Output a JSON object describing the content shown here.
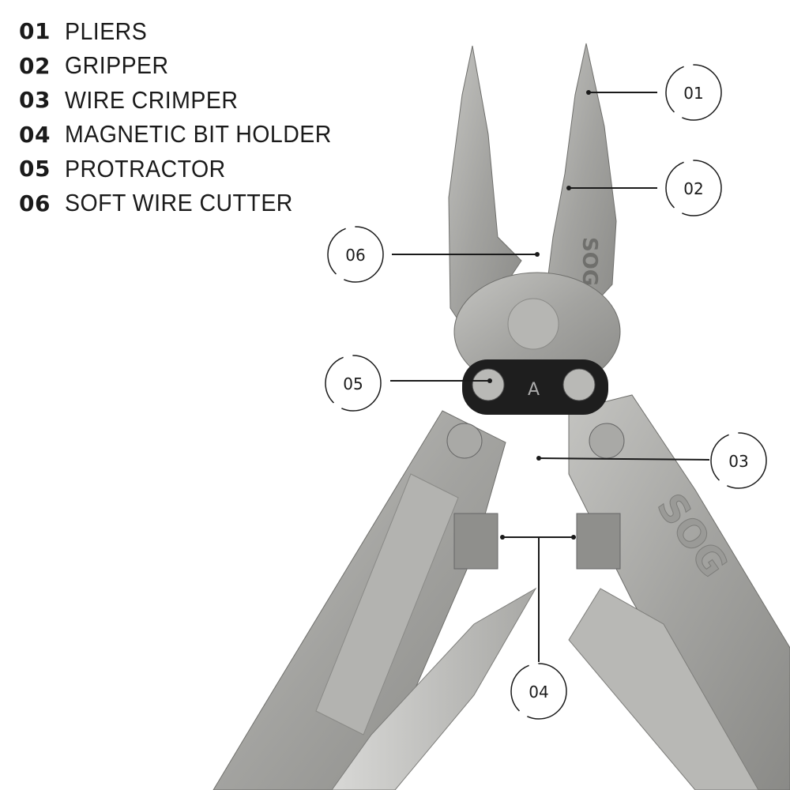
{
  "legend": [
    {
      "num": "01",
      "label": "PLIERS"
    },
    {
      "num": "02",
      "label": "GRIPPER"
    },
    {
      "num": "03",
      "label": "WIRE CRIMPER"
    },
    {
      "num": "04",
      "label": "MAGNETIC BIT HOLDER"
    },
    {
      "num": "05",
      "label": "PROTRACTOR"
    },
    {
      "num": "06",
      "label": "SOFT WIRE CUTTER"
    }
  ],
  "callouts": {
    "c01": "01",
    "c02": "02",
    "c03": "03",
    "c04": "04",
    "c05": "05",
    "c06": "06"
  },
  "brand": "SOG",
  "colors": {
    "steel": "#a9a9a6",
    "steel_dark": "#7d7d7a",
    "black": "#1e1e1e"
  }
}
